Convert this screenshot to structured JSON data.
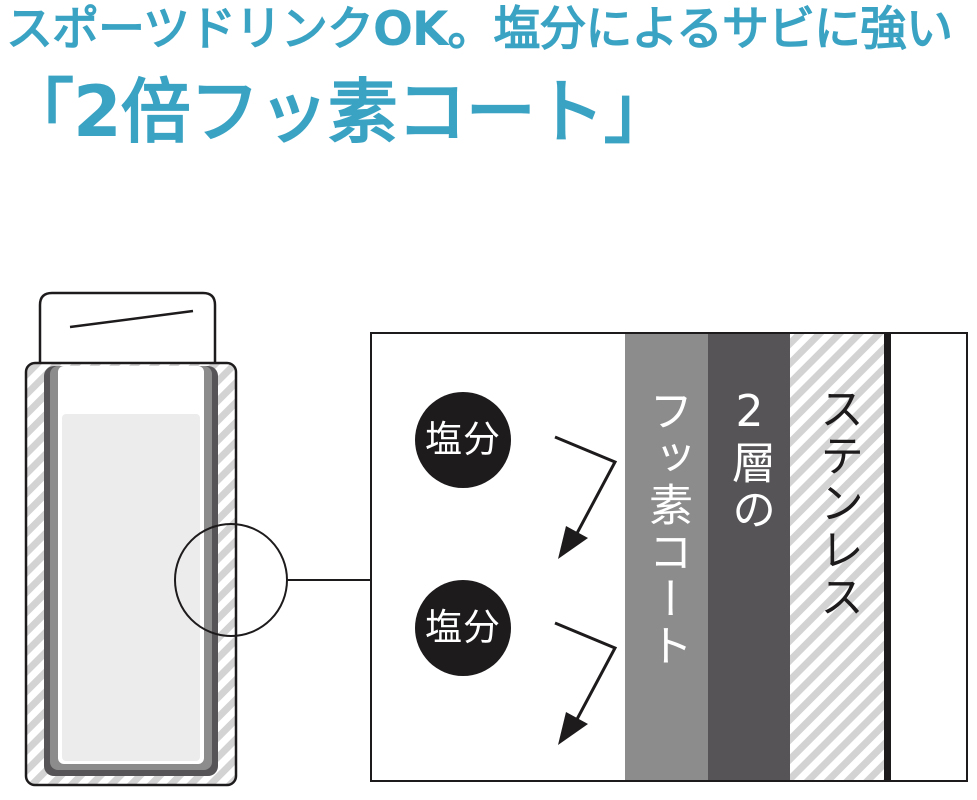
{
  "heading": {
    "line1": "スポーツドリンクOK。塩分によるサビに強い",
    "line2": "「2倍フッ素コート」"
  },
  "diagram": {
    "salt_badge_top": "塩分",
    "salt_badge_bottom": "塩分",
    "layer_fluorine": "フッ素コート",
    "layer_double": "2層の",
    "layer_stainless": "ステンレス"
  },
  "colors": {
    "heading": "#3aa3c4",
    "badge": "#1e1b1c",
    "fluorine_layer": "#8c8c8c",
    "double_layer": "#565456",
    "stainless_stripe": "#d3d3d3"
  }
}
